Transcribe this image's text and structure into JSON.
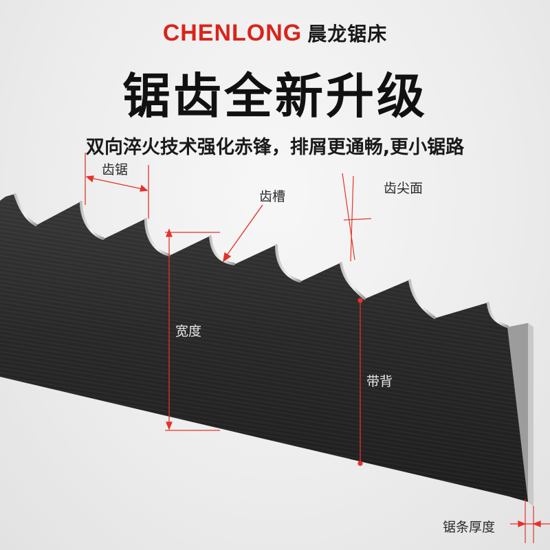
{
  "header": {
    "brand_latin": "CHENLONG",
    "brand_cn": "晨龙锯床"
  },
  "headline": "锯齿全新升级",
  "subline": "双向淬火技术强化赤锋，排屑更通畅,更小锯路",
  "labels": {
    "tooth_pitch": "齿锯",
    "gullet": "齿槽",
    "tooth_face": "齿尖面",
    "width": "宽度",
    "back": "带背",
    "thickness": "锯条厚度"
  },
  "colors": {
    "brand_red": "#d9241c",
    "annotation_red": "#e5322a",
    "blade_dark": "#2b2b2b"
  },
  "icons": {
    "logo_mark": "chenlong-logo"
  }
}
